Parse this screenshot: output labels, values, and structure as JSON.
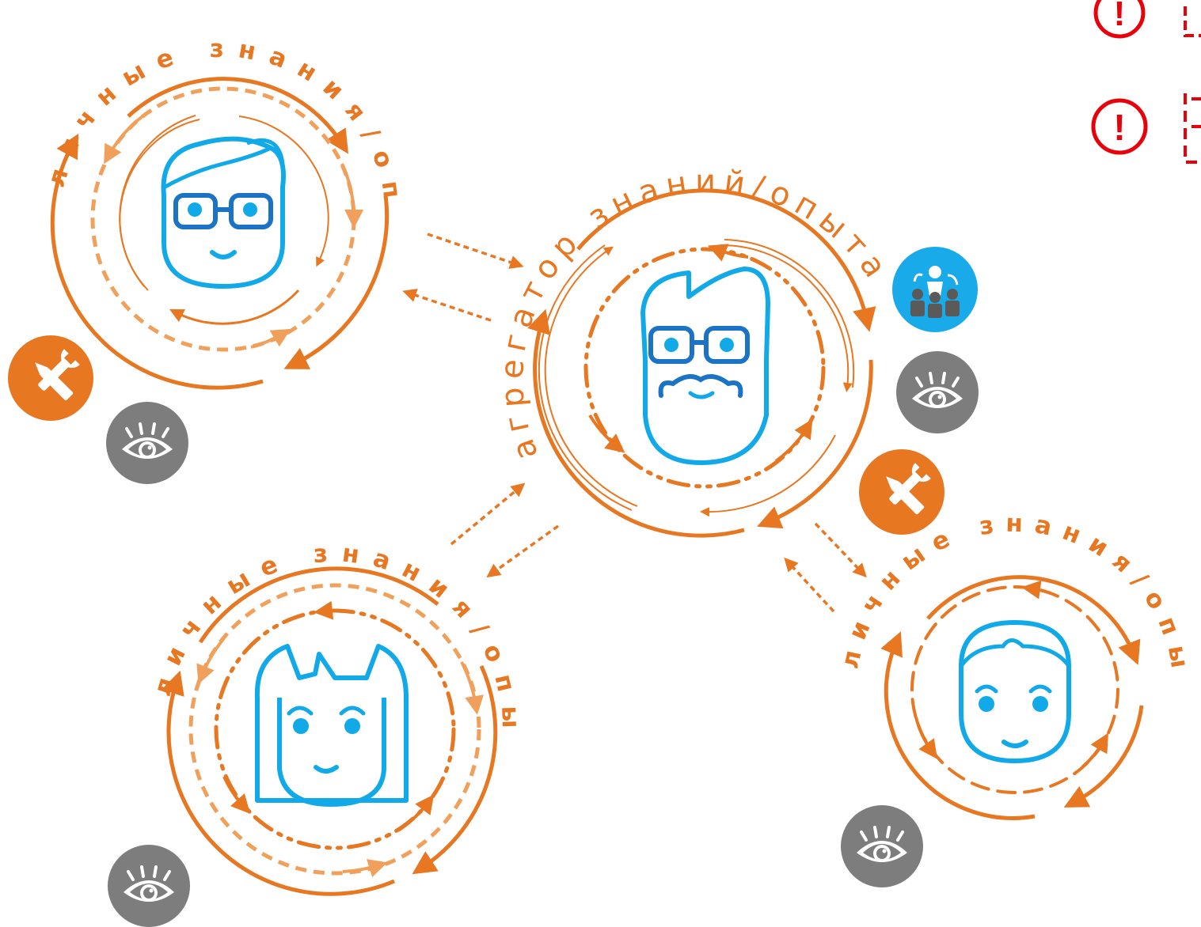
{
  "colors": {
    "orange": "#e87722",
    "light_orange": "#f0a05a",
    "face_blue": "#12a9e8",
    "glasses_blue": "#1a73c4",
    "alert_red": "#e8000b",
    "icon_gray": "#7d7d7d",
    "icon_blue": "#19abe9"
  },
  "nodes": {
    "top_left": {
      "ring_label": "личные знания/опыт"
    },
    "center": {
      "ring_label": "агрегатор знаний/опыта"
    },
    "bottom_left": {
      "ring_label": "личные знания/опыт"
    },
    "bottom_right": {
      "ring_label": "личные знания/опыт"
    }
  },
  "badges": [
    {
      "icon": "tools-icon"
    },
    {
      "icon": "eye-icon"
    },
    {
      "icon": "tools-icon"
    },
    {
      "icon": "eye-icon"
    },
    {
      "icon": "team-icon"
    },
    {
      "icon": "eye-icon"
    },
    {
      "icon": "eye-icon"
    }
  ],
  "legend": [
    {
      "icon": "alert-icon",
      "symbol": "!"
    },
    {
      "icon": "alert-icon",
      "symbol": "!"
    }
  ]
}
